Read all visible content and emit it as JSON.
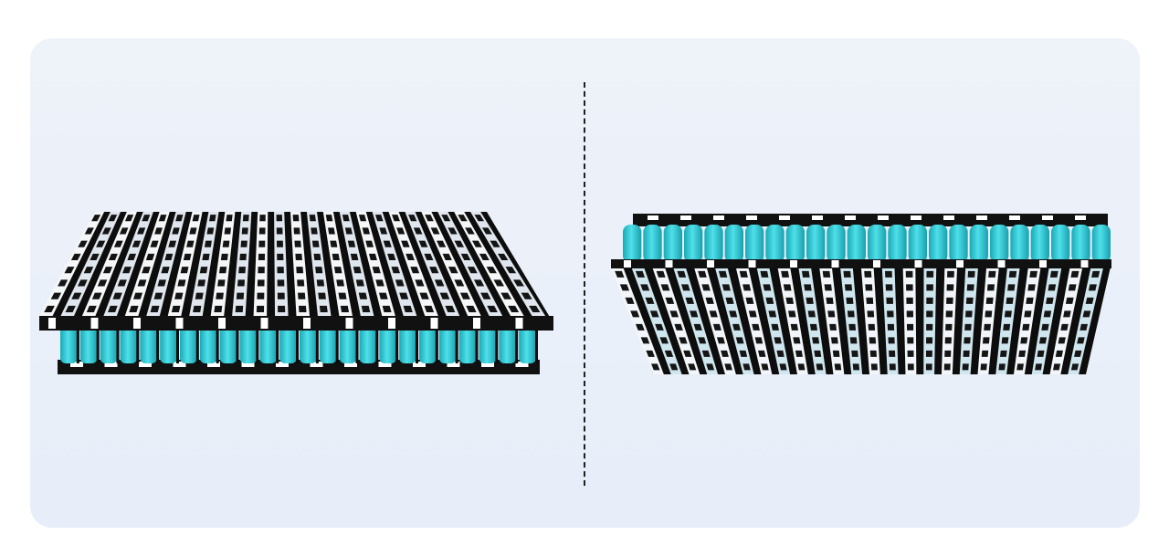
{
  "scene": {
    "background_color": "#edf2fa",
    "divider_color": "#1f1f1f",
    "cell_color": "#3bd1dc",
    "frame_color": "#111111",
    "holder_color": "#ffffff"
  },
  "packs": [
    {
      "label": "",
      "view": "front-perspective",
      "columns": 24,
      "holder_strips": 12,
      "holder_rows": 8
    },
    {
      "label": "",
      "view": "top-perspective",
      "columns": 24,
      "holder_strips": 12,
      "holder_rows": 8
    }
  ]
}
